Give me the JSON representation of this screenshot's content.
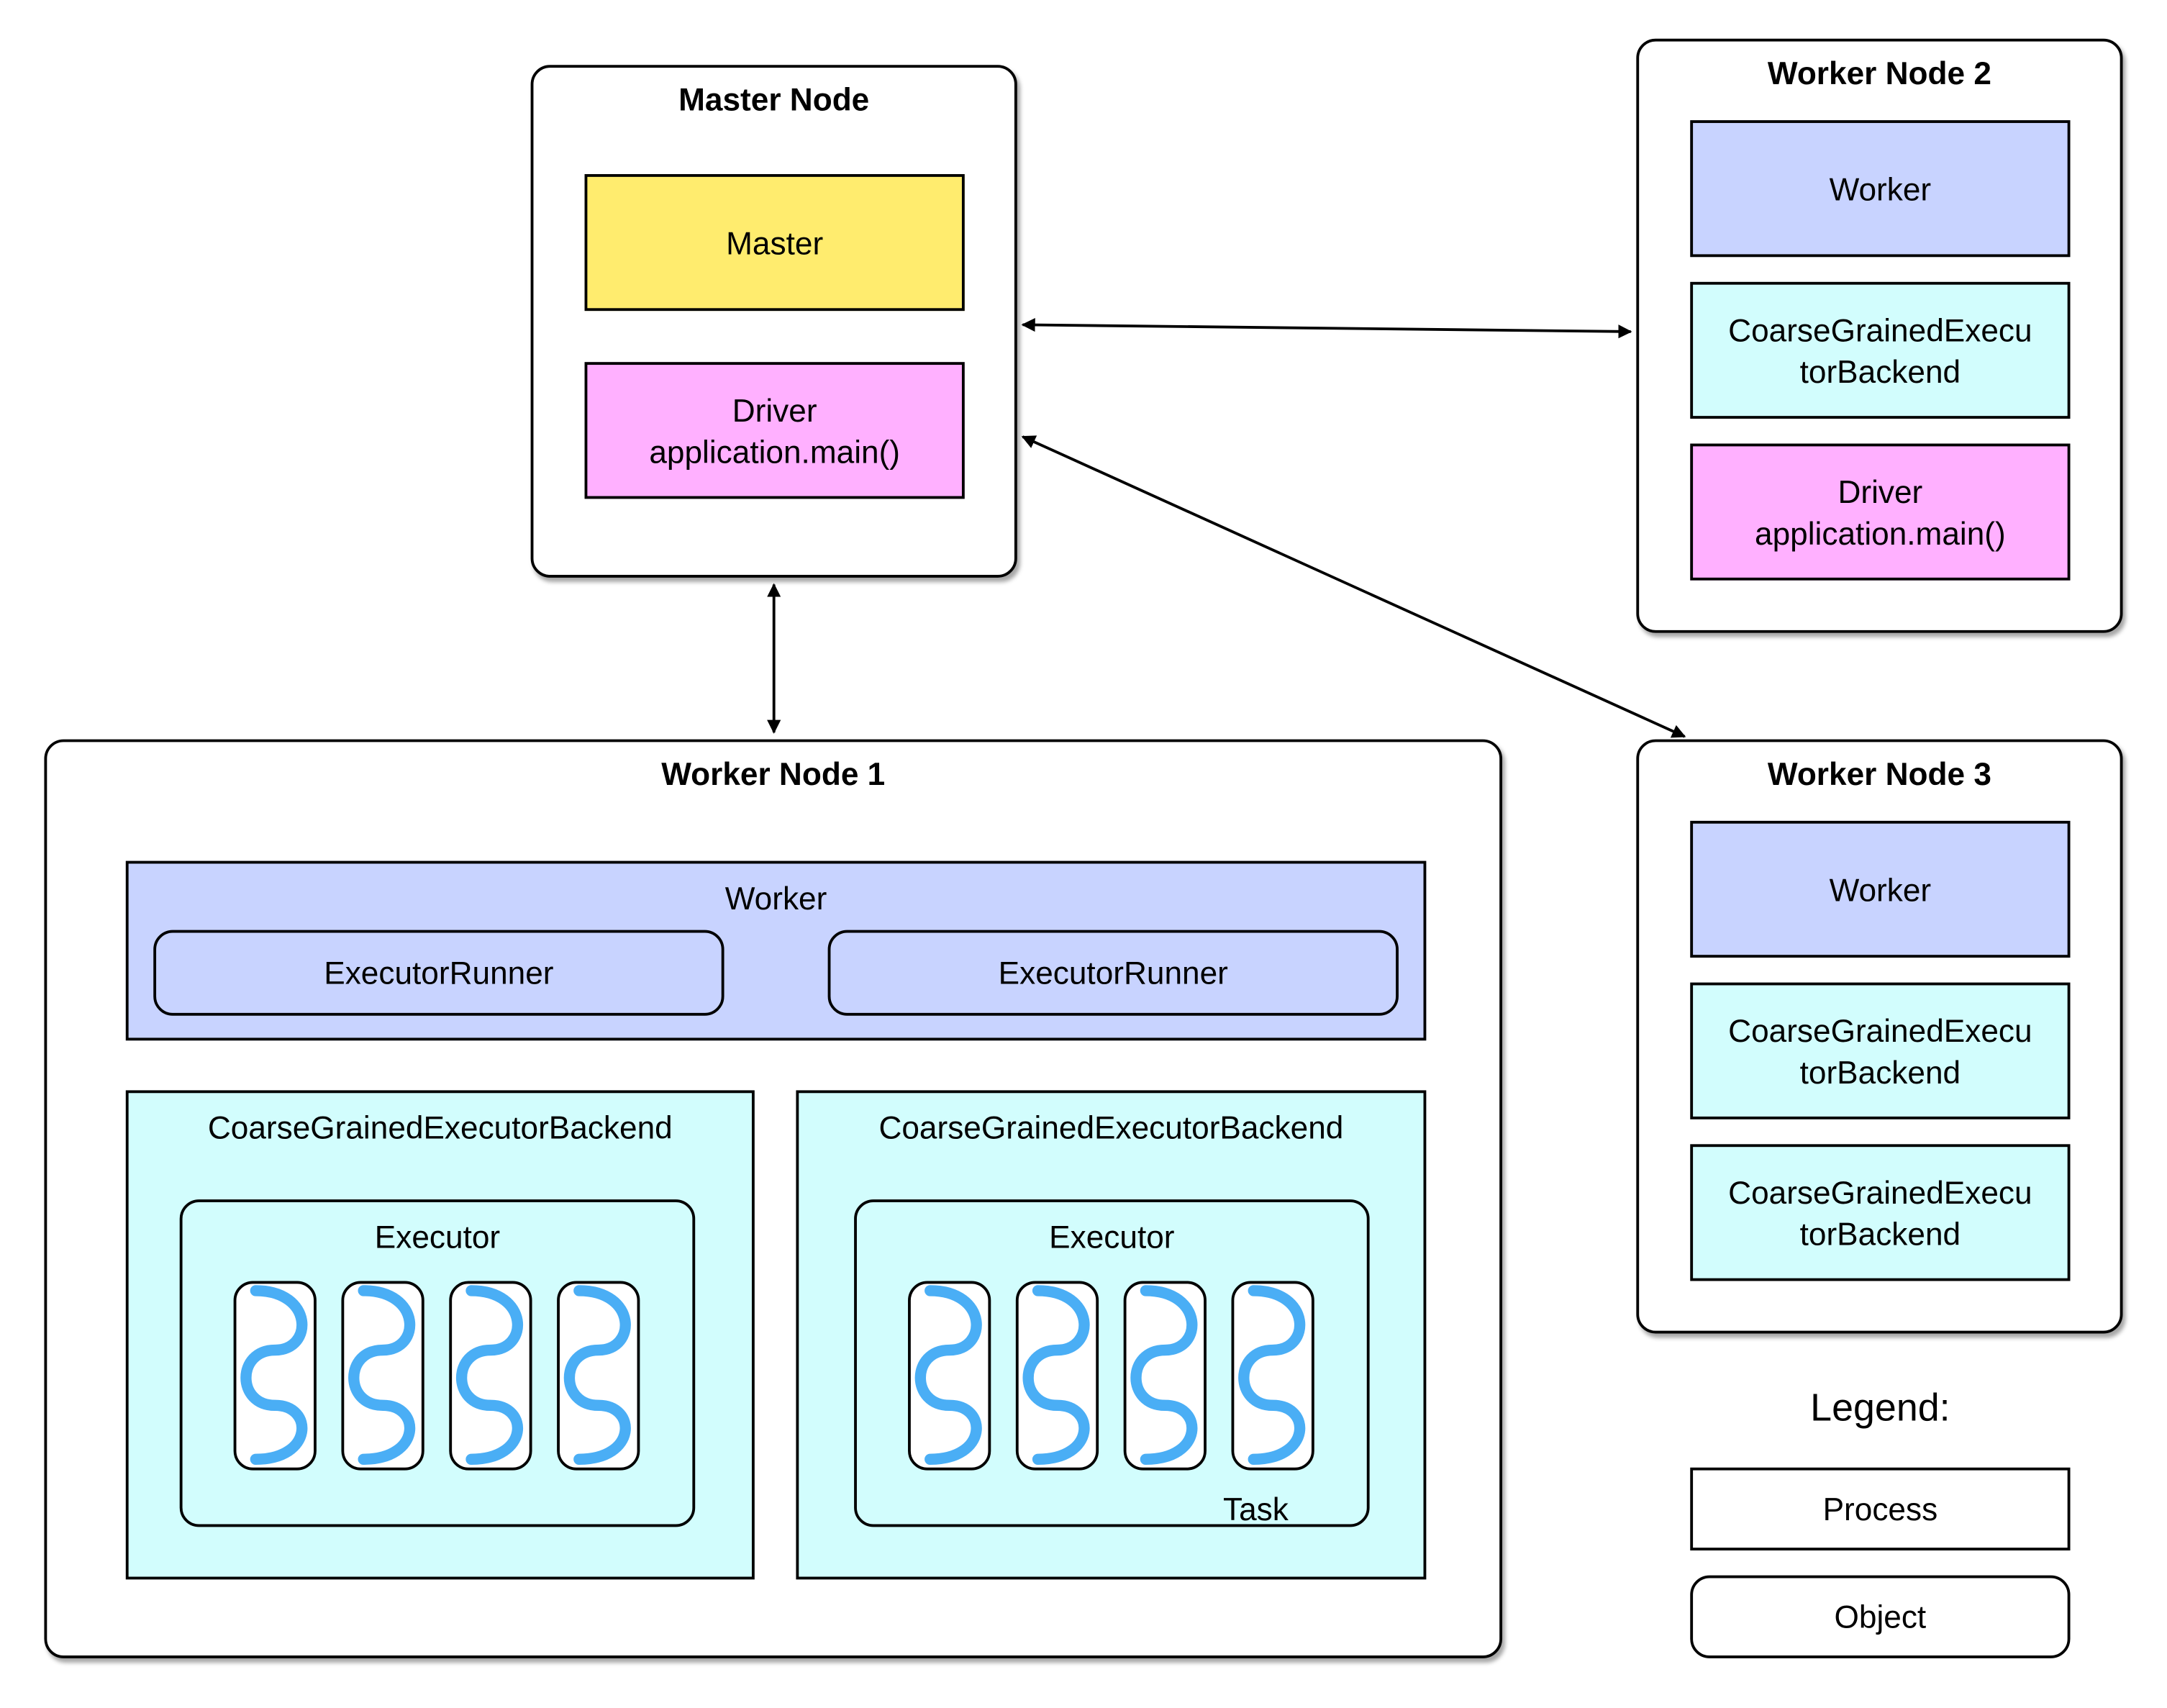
{
  "master_node": {
    "title": "Master Node",
    "master": "Master",
    "driver": "Driver\napplication.main()"
  },
  "worker_node_2": {
    "title": "Worker Node 2",
    "worker": "Worker",
    "backend": "CoarseGrainedExecu\ntorBackend",
    "driver": "Driver\napplication.main()"
  },
  "worker_node_3": {
    "title": "Worker Node 3",
    "worker": "Worker",
    "backend_1": "CoarseGrainedExecu\ntorBackend",
    "backend_2": "CoarseGrainedExecu\ntorBackend"
  },
  "worker_node_1": {
    "title": "Worker Node 1",
    "worker": "Worker",
    "executor_runners": [
      "ExecutorRunner",
      "ExecutorRunner"
    ],
    "backends": [
      "CoarseGrainedExecutorBackend",
      "CoarseGrainedExecutorBackend"
    ],
    "executors": [
      "Executor",
      "Executor"
    ],
    "task_label": "Task"
  },
  "legend": {
    "title": "Legend:",
    "process": "Process",
    "object": "Object"
  },
  "colors": {
    "master": "#ffec6e",
    "driver": "#ffb0ff",
    "worker": "#c8d3ff",
    "backend": "#d2fdfd",
    "task_thread": "#4aaef5"
  },
  "icons": {
    "task": "thread-squiggle-icon"
  }
}
